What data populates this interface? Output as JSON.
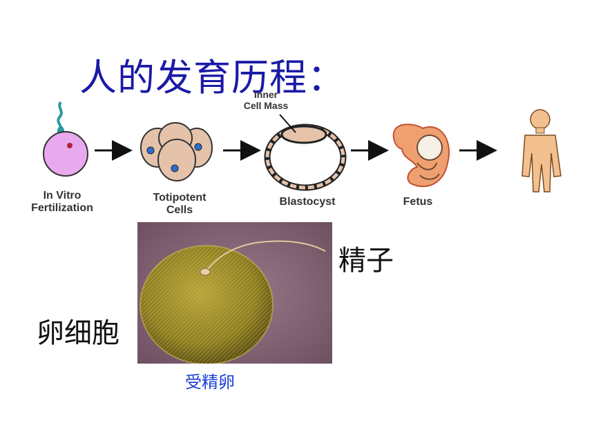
{
  "title": "人的发育历程：",
  "stages": {
    "ivf_line1": "In Vitro",
    "ivf_line2": "Fertilization",
    "toti_line1": "Totipotent",
    "toti_line2": "Cells",
    "inner_line1": "Inner",
    "inner_line2": "Cell Mass",
    "blastocyst": "Blastocyst",
    "fetus": "Fetus"
  },
  "photo_labels": {
    "sperm": "精子",
    "egg": "卵细胞",
    "zygote": "受精卵"
  },
  "colors": {
    "title": "#1a1aa6",
    "zygote_label": "#1a3cd6",
    "egg_cell": "#e9a9ee",
    "totipotent_cell": "#e5c2aa",
    "fetus": "#f0a070",
    "adult": "#f3c08f",
    "photo_background": "#8a6a7a",
    "photo_cell": "#9a8a2a"
  }
}
